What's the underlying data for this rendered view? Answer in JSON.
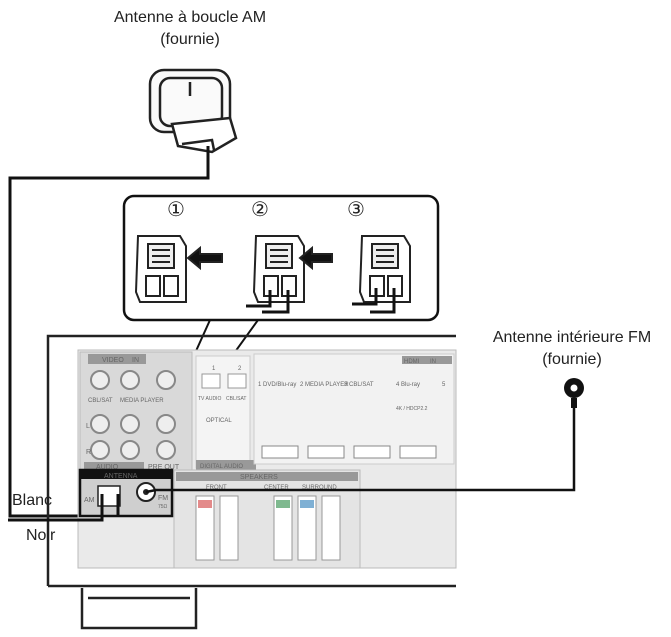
{
  "am_antenna": {
    "title": "Antenne à boucle AM",
    "note": "(fournie)"
  },
  "fm_antenna": {
    "title": "Antenne intérieure FM",
    "note": "(fournie)"
  },
  "steps": [
    "①",
    "②",
    "③"
  ],
  "wire_labels": {
    "white": "Blanc",
    "black": "Noir"
  },
  "panel": {
    "video_in": "VIDEO",
    "hdmi": "HDMI",
    "in_badge": "IN",
    "cbl_sat": "CBL/SAT",
    "media_player": "MEDIA PLAYER",
    "tv_audio": "TV AUDIO",
    "optical": "OPTICAL",
    "audio": "AUDIO",
    "pre_out": "PRE OUT",
    "digital_audio": "DIGITAL AUDIO",
    "antenna": "ANTENNA",
    "am": "AM",
    "fm": "FM",
    "ohm": "75Ω",
    "speakers": "SPEAKERS",
    "front": "FRONT",
    "center": "CENTER",
    "surround": "SURROUND",
    "hdmi_inputs": [
      "1 DVD/Blu-ray",
      "2 MEDIA PLAYER",
      "3 CBL/SAT",
      "4 Blu-ray",
      "5"
    ],
    "hdcp": "4K / HDCP2.2",
    "opt_nums": [
      "1",
      "2"
    ],
    "l_mark": "L",
    "r_mark": "R"
  }
}
